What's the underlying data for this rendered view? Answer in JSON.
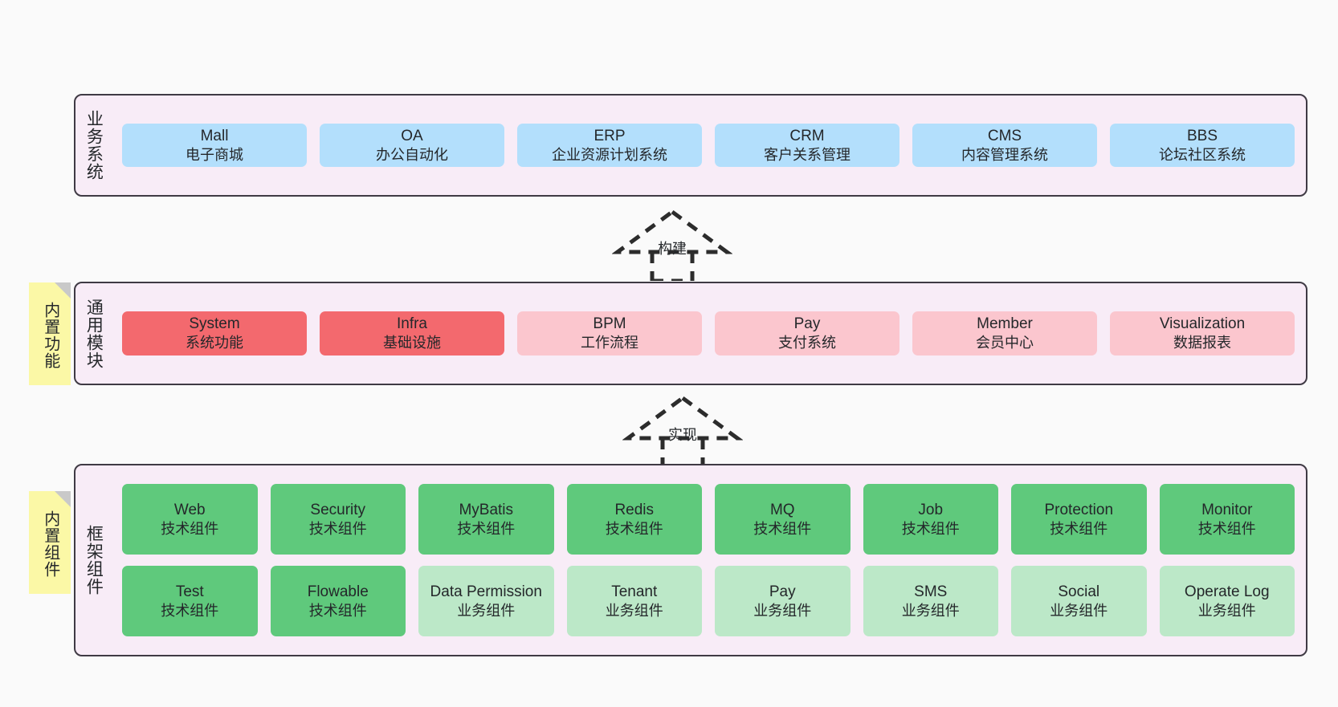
{
  "diagram": {
    "background_color": "#fafafa",
    "panel_color": "#f8ecf7",
    "panel_border_color": "#3f3a44",
    "note_color": "#fbf8a6"
  },
  "layers": [
    {
      "id": "business-systems",
      "title": "业务系统",
      "note": null,
      "rows": [
        {
          "cards": [
            {
              "ttl": "Mall",
              "sub": "电子商城",
              "color": "#b3dffc",
              "variant": "c-blue"
            },
            {
              "ttl": "OA",
              "sub": "办公自动化",
              "color": "#b3dffc",
              "variant": "c-blue"
            },
            {
              "ttl": "ERP",
              "sub": "企业资源计划系统",
              "color": "#b3dffc",
              "variant": "c-blue"
            },
            {
              "ttl": "CRM",
              "sub": "客户关系管理",
              "color": "#b3dffc",
              "variant": "c-blue"
            },
            {
              "ttl": "CMS",
              "sub": "内容管理系统",
              "color": "#b3dffc",
              "variant": "c-blue"
            },
            {
              "ttl": "BBS",
              "sub": "论坛社区系统",
              "color": "#b3dffc",
              "variant": "c-blue"
            }
          ]
        }
      ]
    },
    {
      "id": "common-modules",
      "title": "通用模块",
      "note": "内置功能",
      "rows": [
        {
          "cards": [
            {
              "ttl": "System",
              "sub": "系统功能",
              "color": "#f3696e",
              "variant": "c-red"
            },
            {
              "ttl": "Infra",
              "sub": "基础设施",
              "color": "#f3696e",
              "variant": "c-red"
            },
            {
              "ttl": "BPM",
              "sub": "工作流程",
              "color": "#fbc6ce",
              "variant": "c-pink"
            },
            {
              "ttl": "Pay",
              "sub": "支付系统",
              "color": "#fbc6ce",
              "variant": "c-pink"
            },
            {
              "ttl": "Member",
              "sub": "会员中心",
              "color": "#fbc6ce",
              "variant": "c-pink"
            },
            {
              "ttl": "Visualization",
              "sub": "数据报表",
              "color": "#fbc6ce",
              "variant": "c-pink"
            }
          ]
        }
      ]
    },
    {
      "id": "framework-components",
      "title": "框架组件",
      "note": "内置组件",
      "rows": [
        {
          "cards": [
            {
              "ttl": "Web",
              "sub": "技术组件",
              "color": "#5fc97c",
              "variant": "c-green"
            },
            {
              "ttl": "Security",
              "sub": "技术组件",
              "color": "#5fc97c",
              "variant": "c-green"
            },
            {
              "ttl": "MyBatis",
              "sub": "技术组件",
              "color": "#5fc97c",
              "variant": "c-green"
            },
            {
              "ttl": "Redis",
              "sub": "技术组件",
              "color": "#5fc97c",
              "variant": "c-green"
            },
            {
              "ttl": "MQ",
              "sub": "技术组件",
              "color": "#5fc97c",
              "variant": "c-green"
            },
            {
              "ttl": "Job",
              "sub": "技术组件",
              "color": "#5fc97c",
              "variant": "c-green"
            },
            {
              "ttl": "Protection",
              "sub": "技术组件",
              "color": "#5fc97c",
              "variant": "c-green"
            },
            {
              "ttl": "Monitor",
              "sub": "技术组件",
              "color": "#5fc97c",
              "variant": "c-green"
            }
          ]
        },
        {
          "cards": [
            {
              "ttl": "Test",
              "sub": "技术组件",
              "color": "#5fc97c",
              "variant": "c-green"
            },
            {
              "ttl": "Flowable",
              "sub": "技术组件",
              "color": "#5fc97c",
              "variant": "c-green"
            },
            {
              "ttl": "Data Permission",
              "sub": "业务组件",
              "color": "#bce8c8",
              "variant": "c-lightgreen"
            },
            {
              "ttl": "Tenant",
              "sub": "业务组件",
              "color": "#bce8c8",
              "variant": "c-lightgreen"
            },
            {
              "ttl": "Pay",
              "sub": "业务组件",
              "color": "#bce8c8",
              "variant": "c-lightgreen"
            },
            {
              "ttl": "SMS",
              "sub": "业务组件",
              "color": "#bce8c8",
              "variant": "c-lightgreen"
            },
            {
              "ttl": "Social",
              "sub": "业务组件",
              "color": "#bce8c8",
              "variant": "c-lightgreen"
            },
            {
              "ttl": "Operate Log",
              "sub": "业务组件",
              "color": "#bce8c8",
              "variant": "c-lightgreen"
            }
          ]
        }
      ]
    }
  ],
  "connectors": [
    {
      "id": "build",
      "label": "构建",
      "from": "common-modules",
      "to": "business-systems"
    },
    {
      "id": "implement",
      "label": "实现",
      "from": "framework-components",
      "to": "common-modules"
    }
  ]
}
